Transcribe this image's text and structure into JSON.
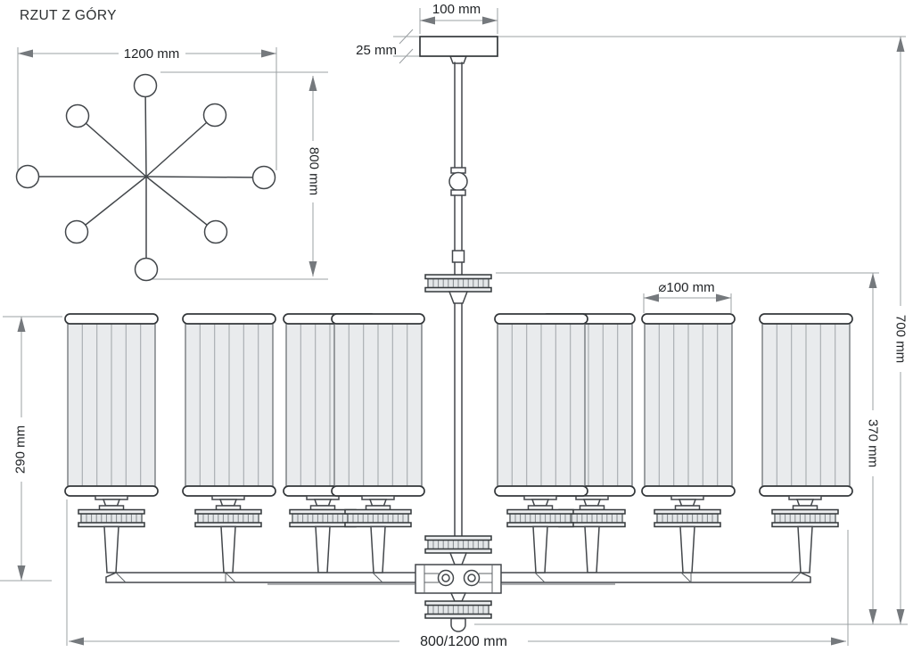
{
  "title": "RZUT Z GÓRY",
  "top_view": {
    "width_label": "1200 mm",
    "depth_label": "800 mm"
  },
  "front_view": {
    "canopy_width_label": "100 mm",
    "canopy_height_label": "25 mm",
    "shade_diameter_label": "⌀100 mm",
    "overall_height_label": "700 mm",
    "lower_height_label": "370 mm",
    "shade_section_height_label": "290 mm",
    "fixture_width_label": "800/1200 mm"
  },
  "colors": {
    "outline": "#43474b",
    "dimension_line": "#9ba0a3",
    "arrowhead": "#75797d",
    "text": "#212427",
    "shade_fill": "#e9ebed",
    "metal_fill": "#e3e6e8",
    "background": "#ffffff"
  }
}
